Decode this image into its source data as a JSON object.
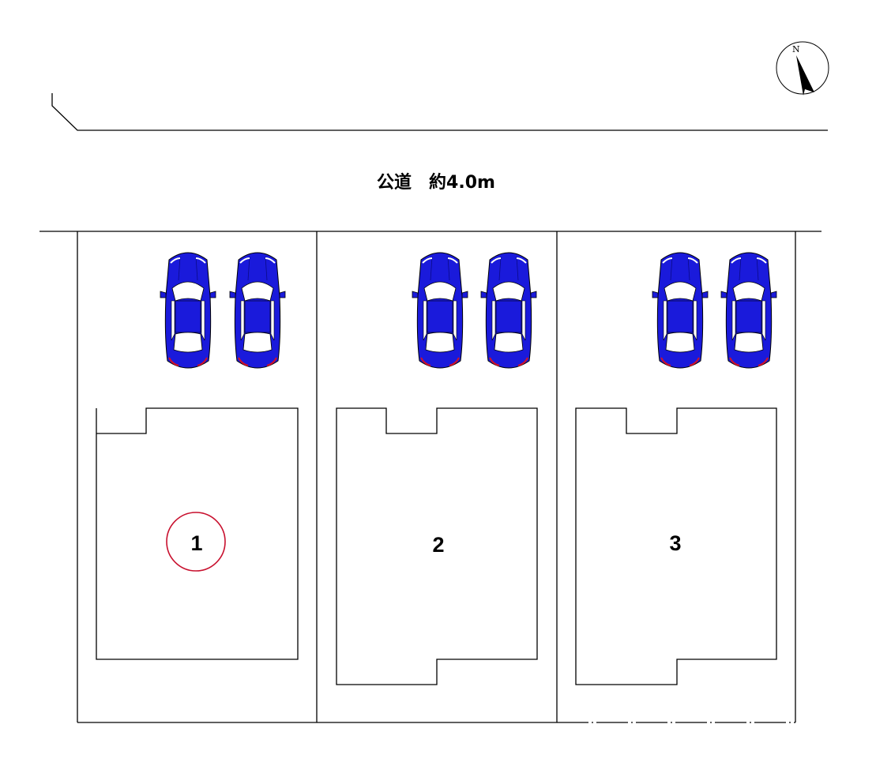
{
  "road": {
    "label": "公道　約4.0m"
  },
  "compass": {
    "letter": "N",
    "icon": "north-arrow-icon"
  },
  "lots": [
    {
      "number": "1",
      "highlighted": true,
      "parking_spaces": 2
    },
    {
      "number": "2",
      "highlighted": false,
      "parking_spaces": 2
    },
    {
      "number": "3",
      "highlighted": false,
      "parking_spaces": 2
    }
  ],
  "colors": {
    "car_body": "#1a1adb",
    "car_window": "#ffffff",
    "highlight_circle": "#c8102e",
    "lines": "#000000"
  }
}
